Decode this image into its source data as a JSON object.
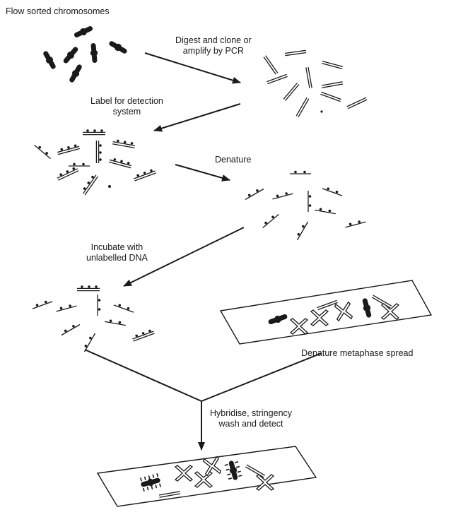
{
  "labels": {
    "source": "Flow sorted chromosomes",
    "step1_line1": "Digest and clone or",
    "step1_line2": "amplify by PCR",
    "step2_line1": "Label for detection",
    "step2_line2": "system",
    "step3": "Denature",
    "step4_line1": "Incubate with",
    "step4_line2": "unlabelled DNA",
    "step5": "Denature metaphase spread",
    "step6_line1": "Hybridise, stringency",
    "step6_line2": "wash and detect"
  },
  "colors": {
    "ink": "#1a1a1a",
    "background": "#ffffff"
  }
}
